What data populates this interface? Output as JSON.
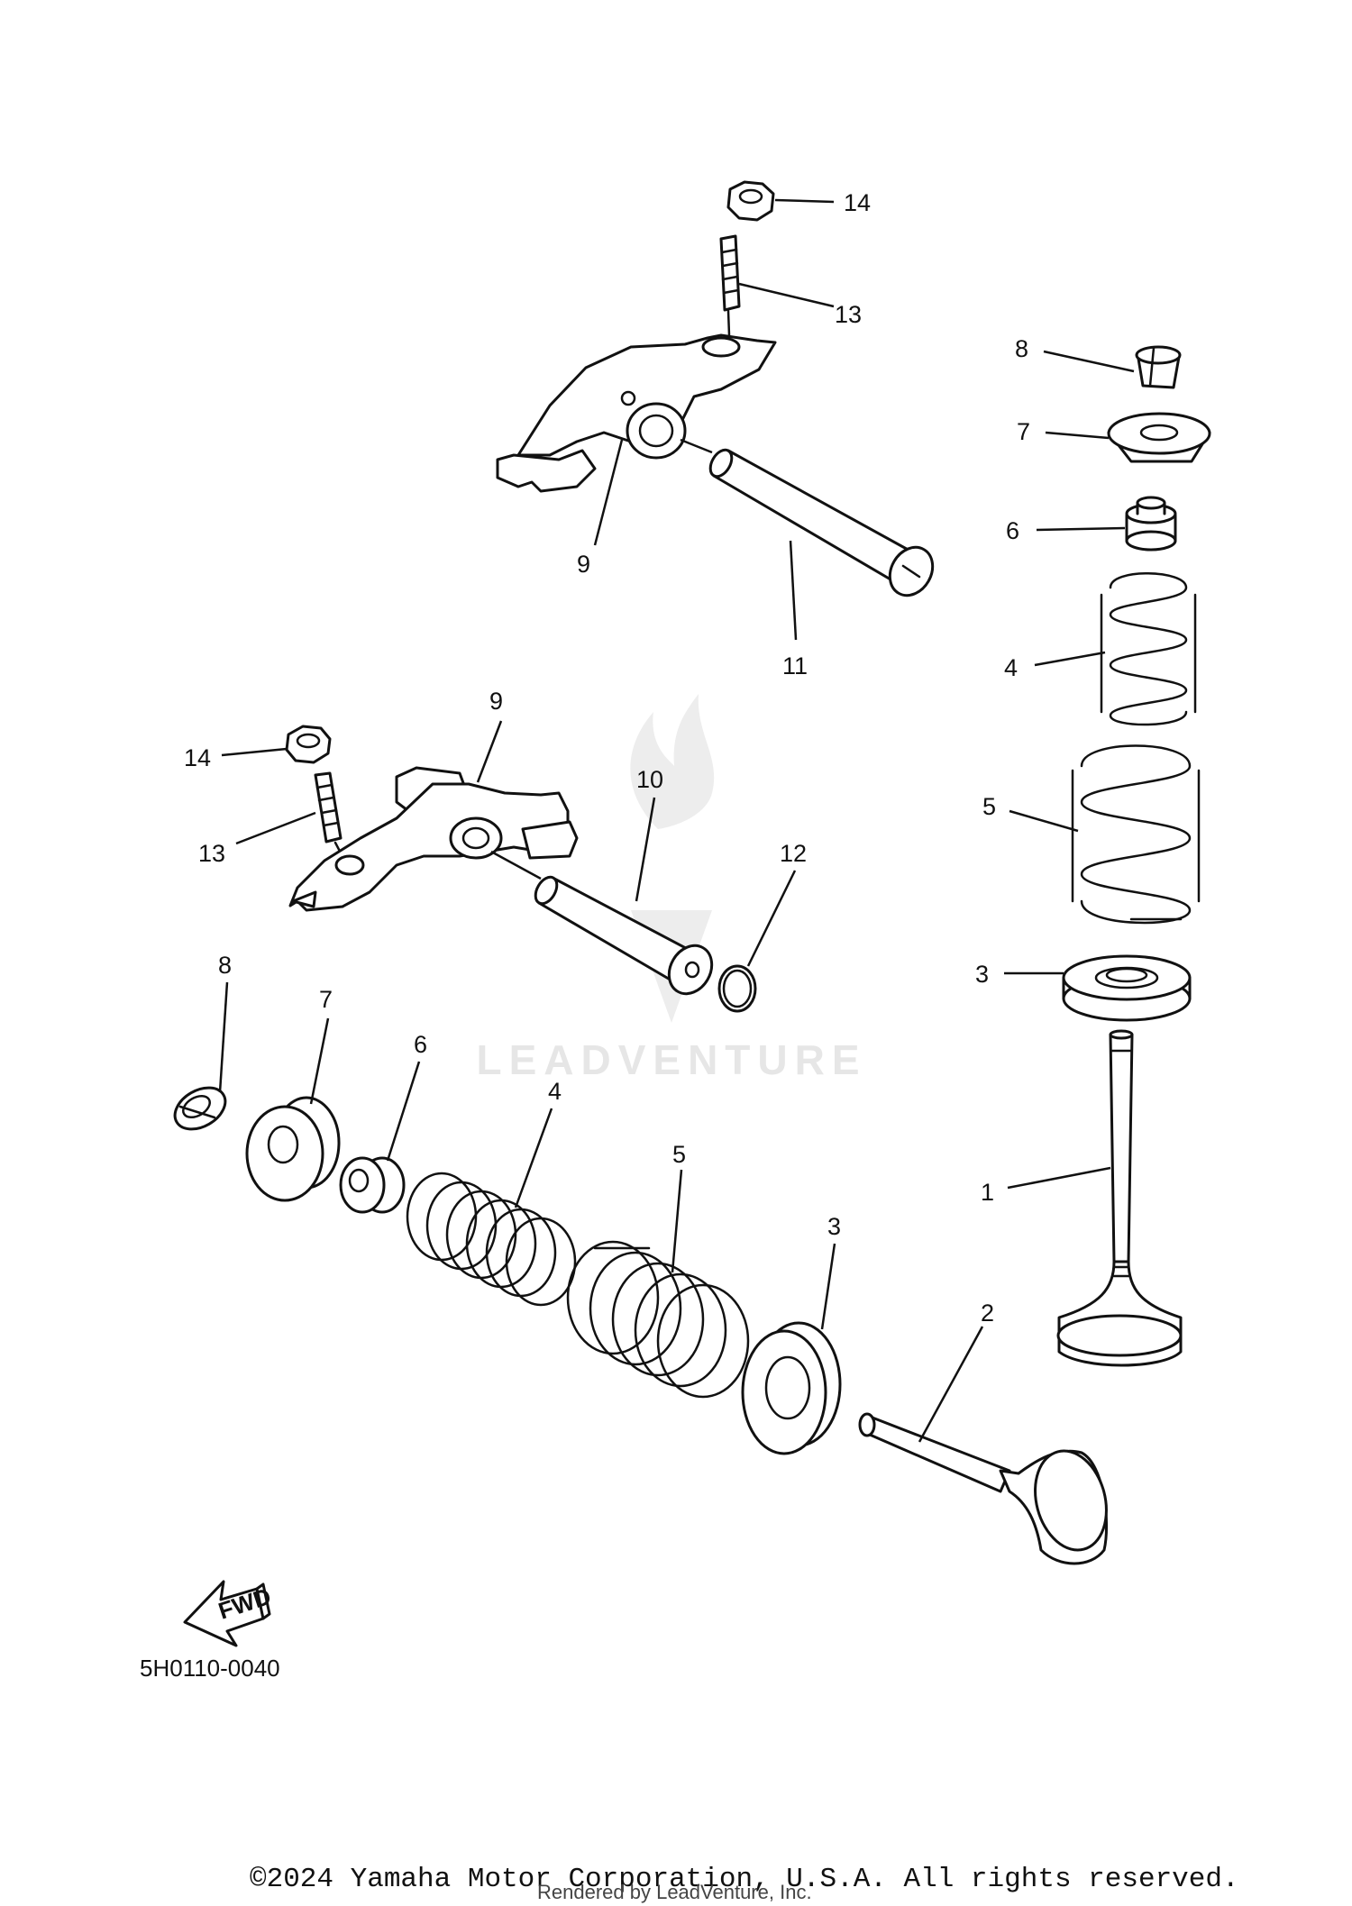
{
  "diagram": {
    "callouts": {
      "c1": "1",
      "c2": "2",
      "c3a": "3",
      "c3b": "3",
      "c4a": "4",
      "c4b": "4",
      "c5a": "5",
      "c5b": "5",
      "c6a": "6",
      "c6b": "6",
      "c7a": "7",
      "c7b": "7",
      "c8a": "8",
      "c8b": "8",
      "c9a": "9",
      "c9b": "9",
      "c10": "10",
      "c11": "11",
      "c12": "12",
      "c13a": "13",
      "c13b": "13",
      "c14a": "14",
      "c14b": "14"
    },
    "fwd_label": "FWD",
    "diagram_code": "5H0110-0040",
    "watermark": "LEADVENTURE"
  },
  "footer": {
    "copyright": "©2024 Yamaha Motor Corporation, U.S.A. All rights reserved.",
    "rendered_by": "Rendered by LeadVenture, Inc."
  }
}
